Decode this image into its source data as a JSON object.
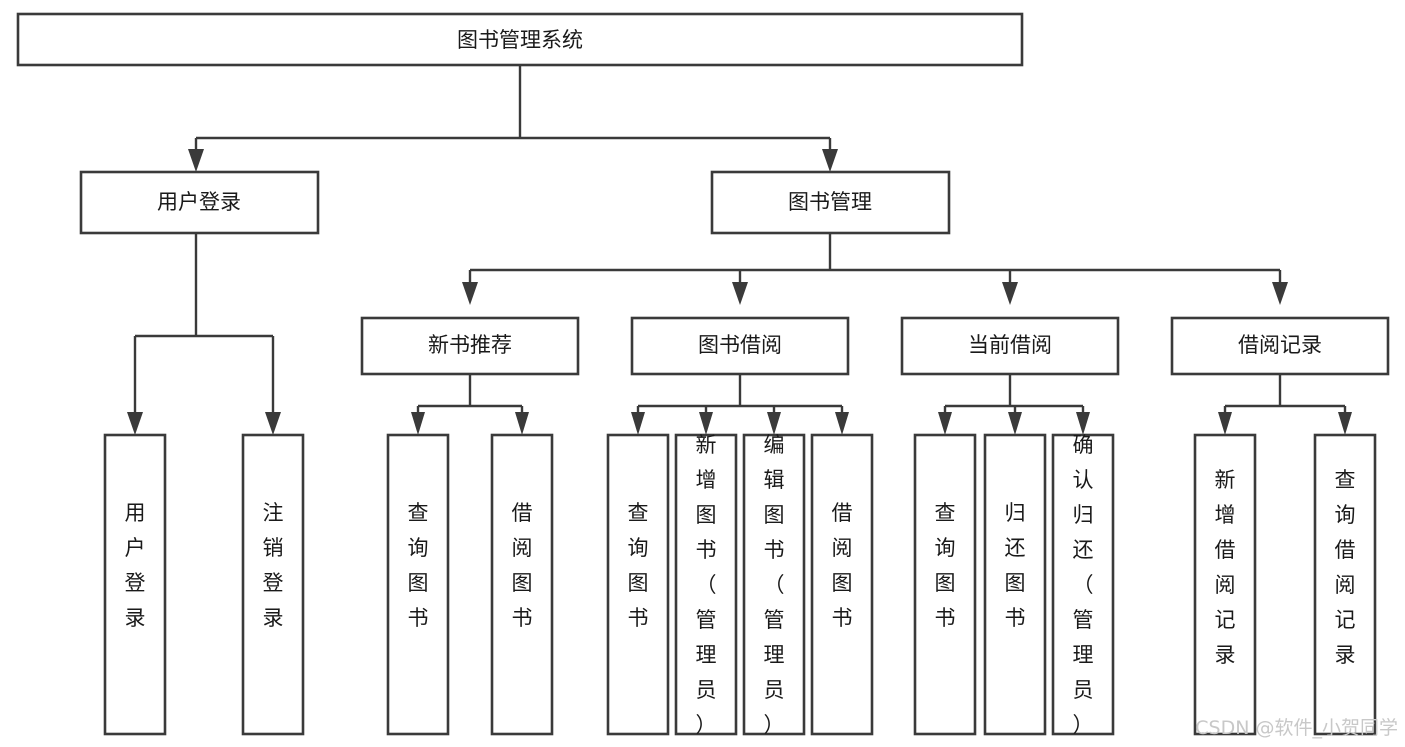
{
  "diagram": {
    "title": "图书管理系统",
    "type": "tree-hierarchy",
    "root": {
      "id": "root",
      "label": "图书管理系统"
    },
    "level1": [
      {
        "id": "user-login",
        "label": "用户登录"
      },
      {
        "id": "book-manage",
        "label": "图书管理"
      }
    ],
    "level2": [
      {
        "id": "new-book-rec",
        "label": "新书推荐",
        "parent": "book-manage"
      },
      {
        "id": "book-borrow",
        "label": "图书借阅",
        "parent": "book-manage"
      },
      {
        "id": "current-borrow",
        "label": "当前借阅",
        "parent": "book-manage"
      },
      {
        "id": "borrow-record",
        "label": "借阅记录",
        "parent": "book-manage"
      }
    ],
    "leaves": {
      "user_login": [
        {
          "id": "leaf-user-login",
          "label": "用户登录"
        },
        {
          "id": "leaf-logout",
          "label": "注销登录"
        }
      ],
      "new_book_rec": [
        {
          "id": "leaf-query-book-1",
          "label": "查询图书"
        },
        {
          "id": "leaf-borrow-book-1",
          "label": "借阅图书"
        }
      ],
      "book_borrow": [
        {
          "id": "leaf-query-book-2",
          "label": "查询图书"
        },
        {
          "id": "leaf-add-book",
          "label": "新增图书（管理员）"
        },
        {
          "id": "leaf-edit-book",
          "label": "编辑图书（管理员）"
        },
        {
          "id": "leaf-borrow-book-2",
          "label": "借阅图书"
        }
      ],
      "current_borrow": [
        {
          "id": "leaf-query-book-3",
          "label": "查询图书"
        },
        {
          "id": "leaf-return-book",
          "label": "归还图书"
        },
        {
          "id": "leaf-confirm-return",
          "label": "确认归还（管理员）"
        }
      ],
      "borrow_record": [
        {
          "id": "leaf-add-record",
          "label": "新增借阅记录"
        },
        {
          "id": "leaf-query-record",
          "label": "查询借阅记录"
        }
      ]
    }
  },
  "watermark": {
    "text": "CSDN @软件_小贺同学"
  },
  "colors": {
    "background": "#ffffff",
    "box_fill": "#ffffff",
    "box_stroke": "#3a3a3a",
    "connector": "#3a3a3a",
    "text": "#1a1a1a",
    "watermark": "#c8c8c8"
  }
}
